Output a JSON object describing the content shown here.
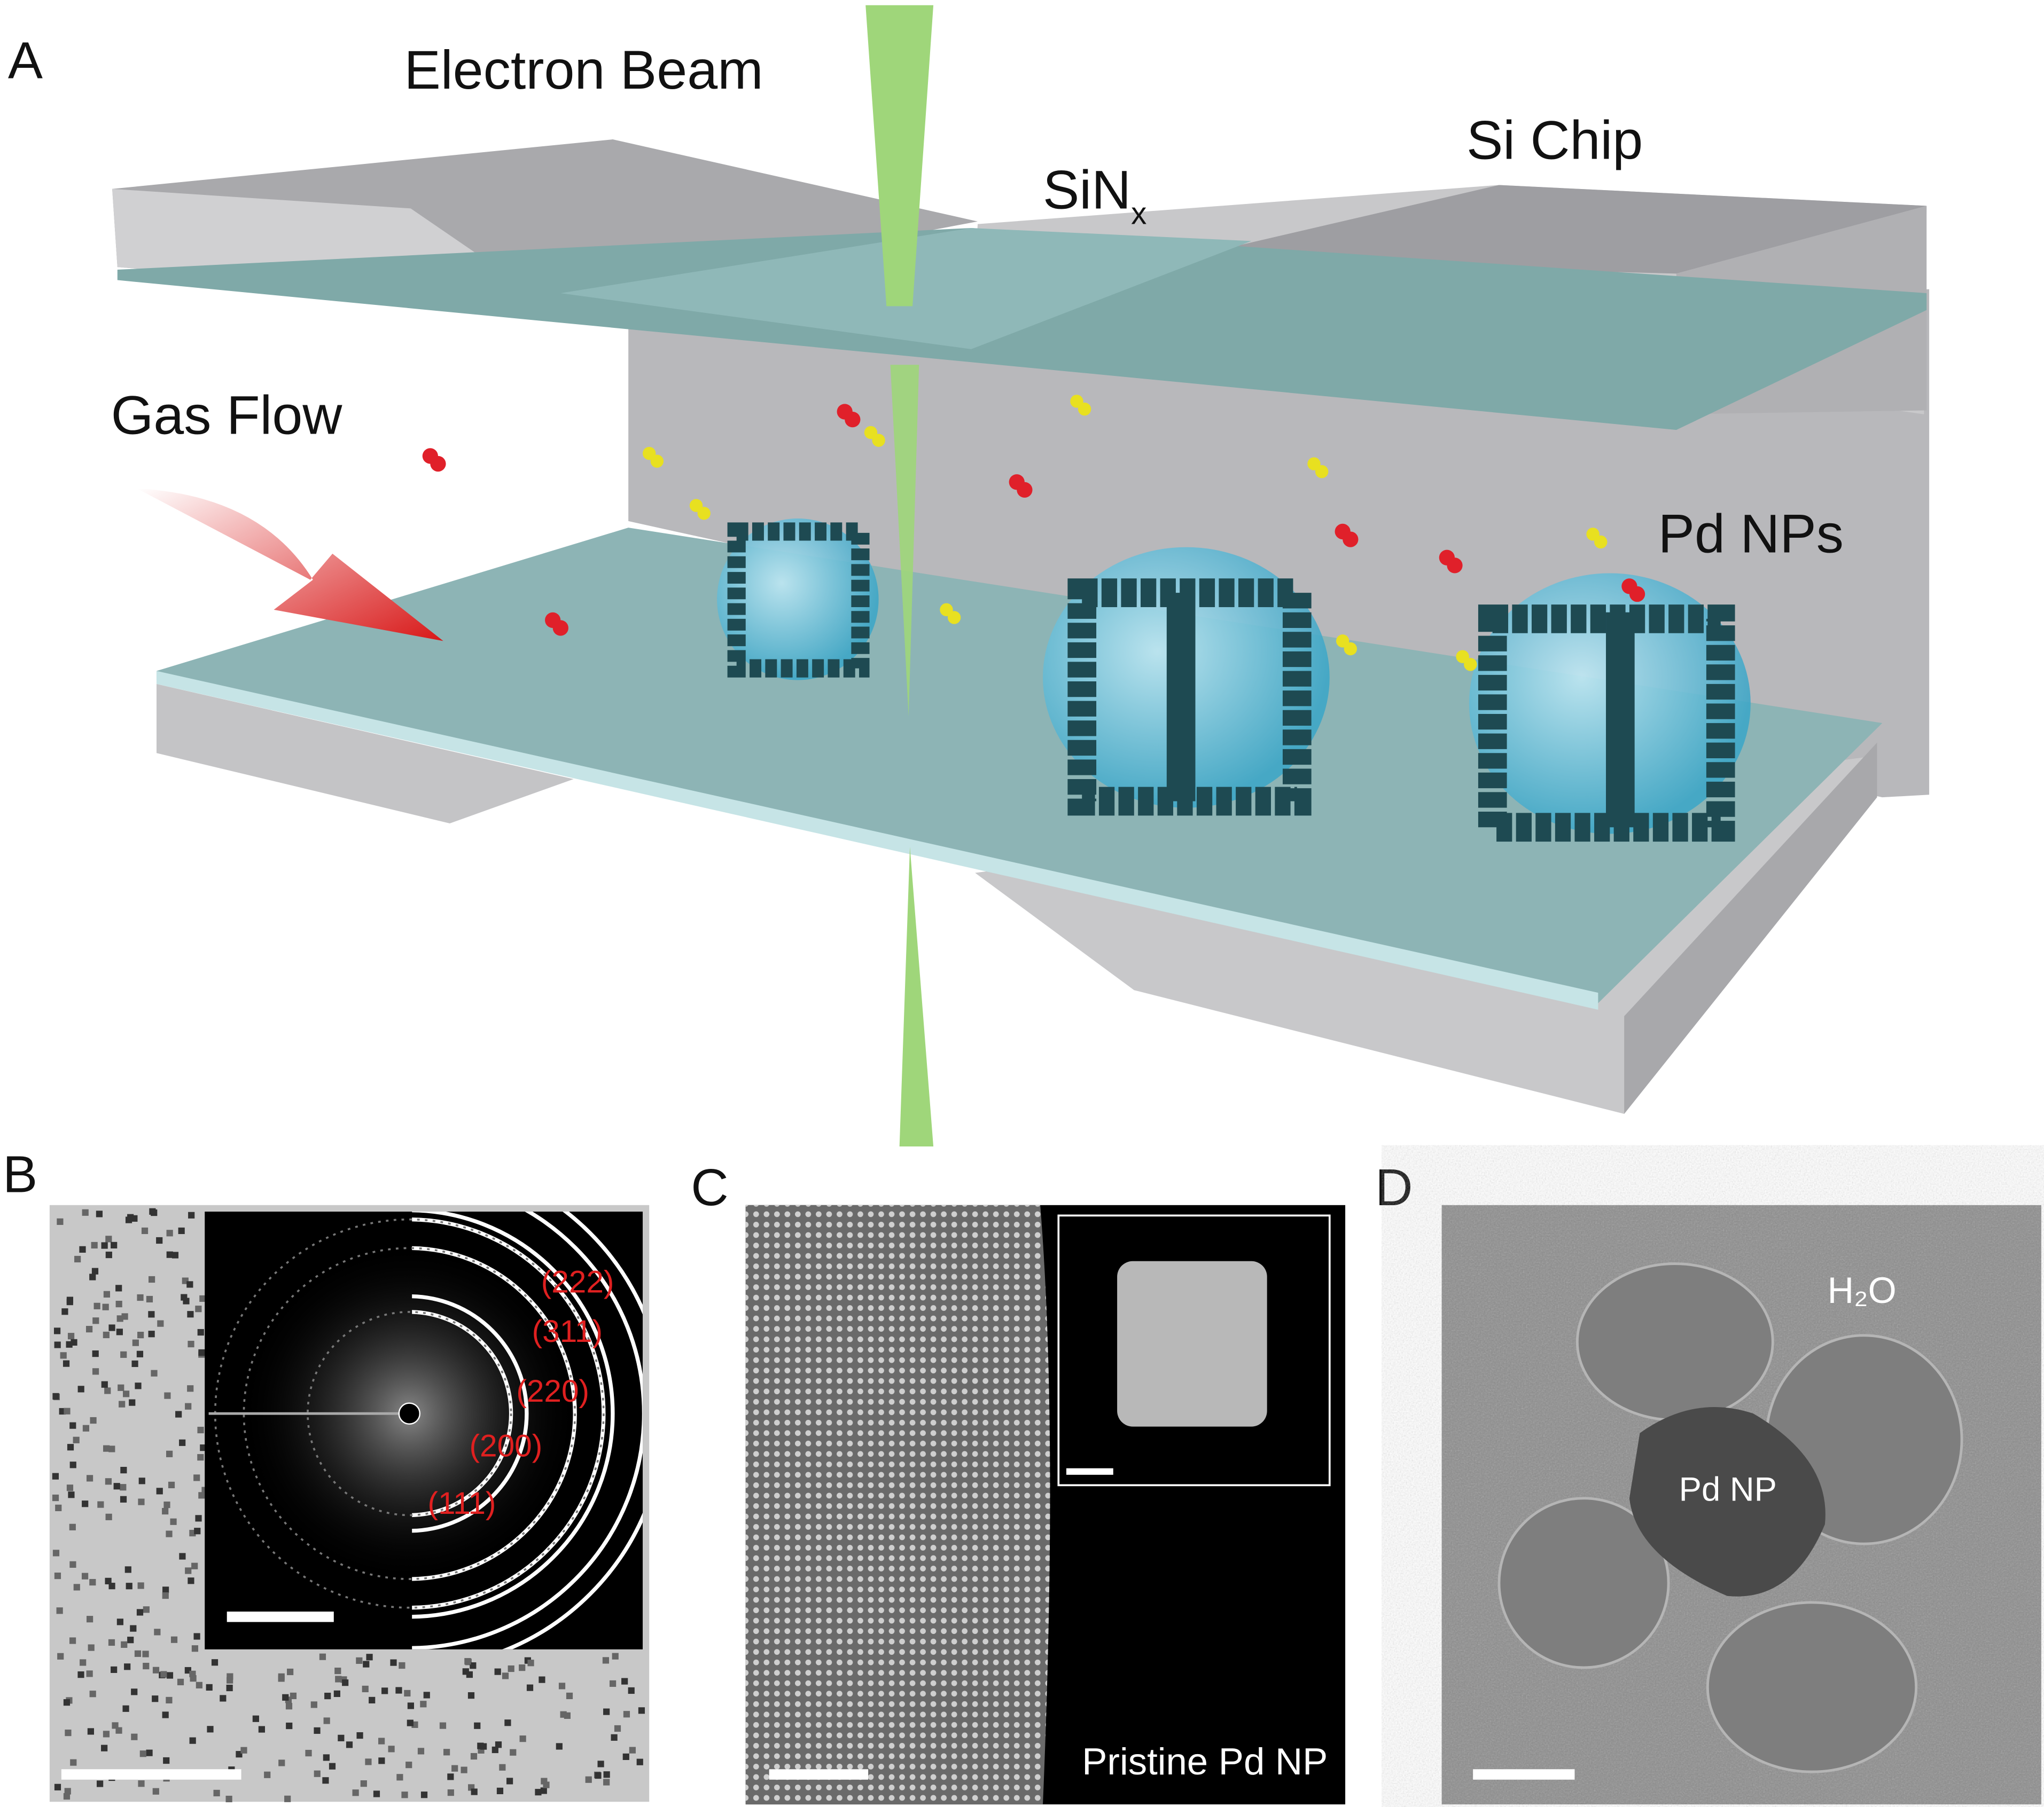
{
  "panels": {
    "a": {
      "letter": "A",
      "electron_beam": "Electron Beam",
      "sinx": "SiN",
      "sinx_sub": "x",
      "si_chip": "Si Chip",
      "gas_flow": "Gas Flow",
      "pd_nps": "Pd NPs"
    },
    "b": {
      "letter": "B",
      "rings": [
        "(222)",
        "(311)",
        "(220)",
        "(200)",
        "(111)"
      ]
    },
    "c": {
      "letter": "C",
      "caption": "Pristine Pd NP"
    },
    "d": {
      "letter": "D",
      "h2o": "H₂O",
      "pd_np": "Pd NP"
    }
  },
  "colors": {
    "beam": "#9fd67a",
    "membrane": "#8fb8b8",
    "chip": "#c8c8ca",
    "np": "#1e4a52",
    "water": "#4fb8d8",
    "molecule_red": "#e0202a",
    "molecule_yellow": "#e8e020",
    "label_red": "#e02020"
  }
}
